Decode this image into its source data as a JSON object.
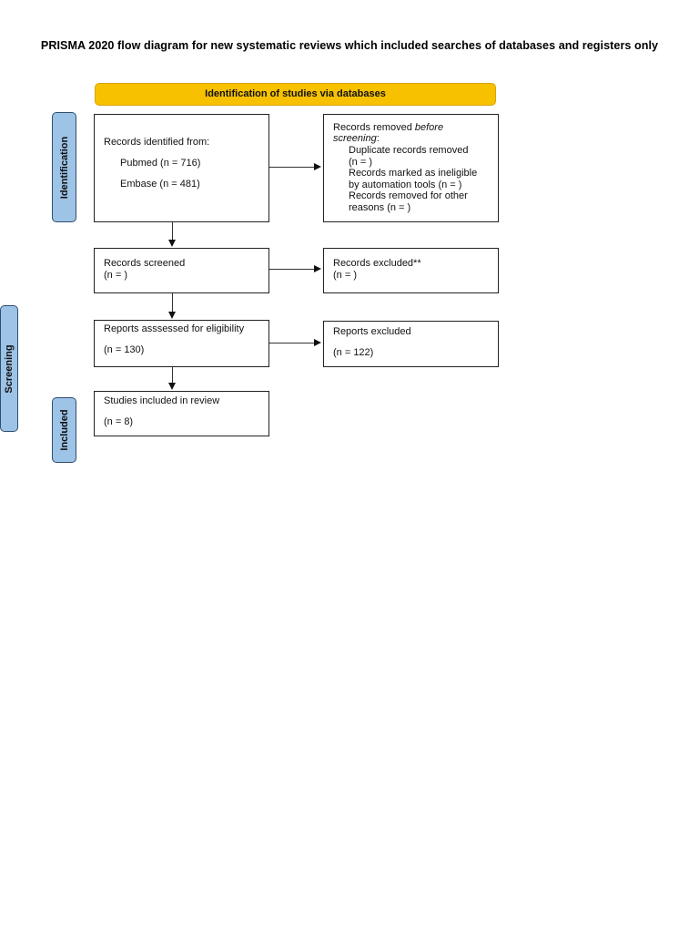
{
  "title": "PRISMA 2020 flow diagram for new systematic reviews which included searches of databases and registers only",
  "banner": "Identification of studies via databases",
  "stages": {
    "identification": "Identification",
    "screening": "Screening",
    "included": "Included"
  },
  "identified": {
    "heading": "Records identified from:",
    "pubmed": "Pubmed (n = 716)",
    "embase": "Embase (n = 481)"
  },
  "removed": {
    "heading_plain": "Records removed ",
    "heading_italic1": "before",
    "heading_italic2": "screening",
    "heading_colon": ":",
    "duplicate": "Duplicate records removed",
    "duplicate_n": "(n = )",
    "ineligible": "Records marked as ineligible",
    "ineligible_n": "by automation tools (n = )",
    "other": "Records removed for other",
    "other_n": "reasons (n = )"
  },
  "screened": {
    "label": "Records screened",
    "n": "(n = )"
  },
  "excluded": {
    "label": "Records excluded**",
    "n": "(n = )"
  },
  "assessed": {
    "label": "Reports asssessed for eligibility",
    "n": "(n = 130)"
  },
  "reports_excluded": {
    "label": "Reports excluded",
    "n": "(n = 122)"
  },
  "included": {
    "label": "Studies included in review",
    "n": "(n = 8)"
  },
  "colors": {
    "banner": "#f8c100",
    "stage": "#9dc3e6"
  }
}
